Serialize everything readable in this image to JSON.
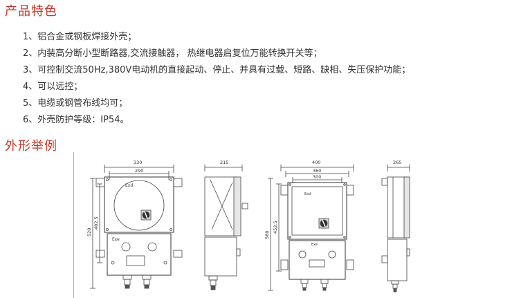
{
  "features_section": {
    "title": "产品特色",
    "items": [
      "1、铝合金或钢板焊接外壳；",
      "2、内装高分断小型断路器,交流接触器， 热继电器启复位万能转换开关等；",
      "3、可控制交流50Hz,380V电动机的直接起动、停止、并具有过载、短路、缺相、失压保护功能；",
      "4、可以远控；",
      "5、电缆或钢管布线均可；",
      "6、外壳防护等级：IP54。"
    ]
  },
  "outline_section": {
    "title": "外形举例",
    "drawing1": {
      "dims": {
        "w1": "330",
        "w2": "290",
        "h1": "520",
        "h2": "402.5",
        "side": "215"
      },
      "labels": {
        "top": "Exd",
        "bottom": "Exe"
      }
    },
    "drawing2": {
      "dims": {
        "w1": "400",
        "w2": "360",
        "w3": "300",
        "h1": "580",
        "h2": "452.5",
        "side": "265"
      },
      "labels": {
        "top": "Exd",
        "bottom": "Exe"
      }
    }
  }
}
